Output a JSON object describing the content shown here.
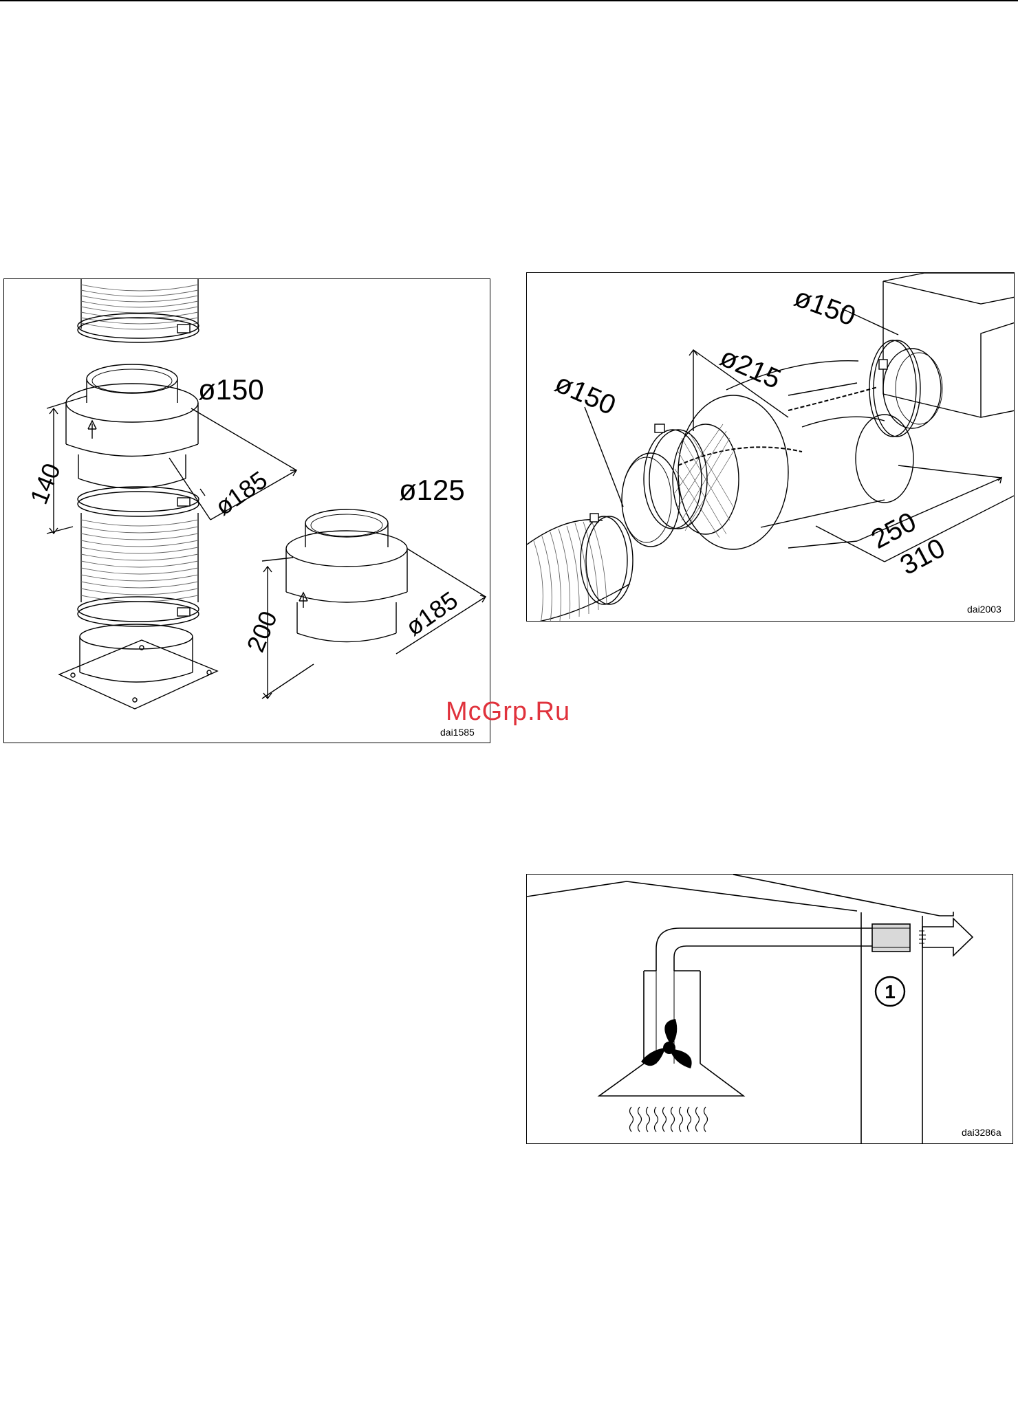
{
  "figures": [
    {
      "code": "dai1585",
      "labels": {
        "d150": "ø150",
        "d185a": "ø185",
        "h140": "140",
        "d125": "ø125",
        "d185b": "ø185",
        "h200": "200"
      }
    },
    {
      "code": "dai2003",
      "labels": {
        "d150a": "ø150",
        "d215": "ø215",
        "d150b": "ø150",
        "l250": "250",
        "l310": "310"
      }
    },
    {
      "code": "dai3286a",
      "labels": {
        "callout1": "1"
      }
    }
  ],
  "watermark": "McGrp.Ru",
  "colors": {
    "line": "#000000",
    "watermark": "#e0323c",
    "component_fill": "#d9d9d9"
  }
}
